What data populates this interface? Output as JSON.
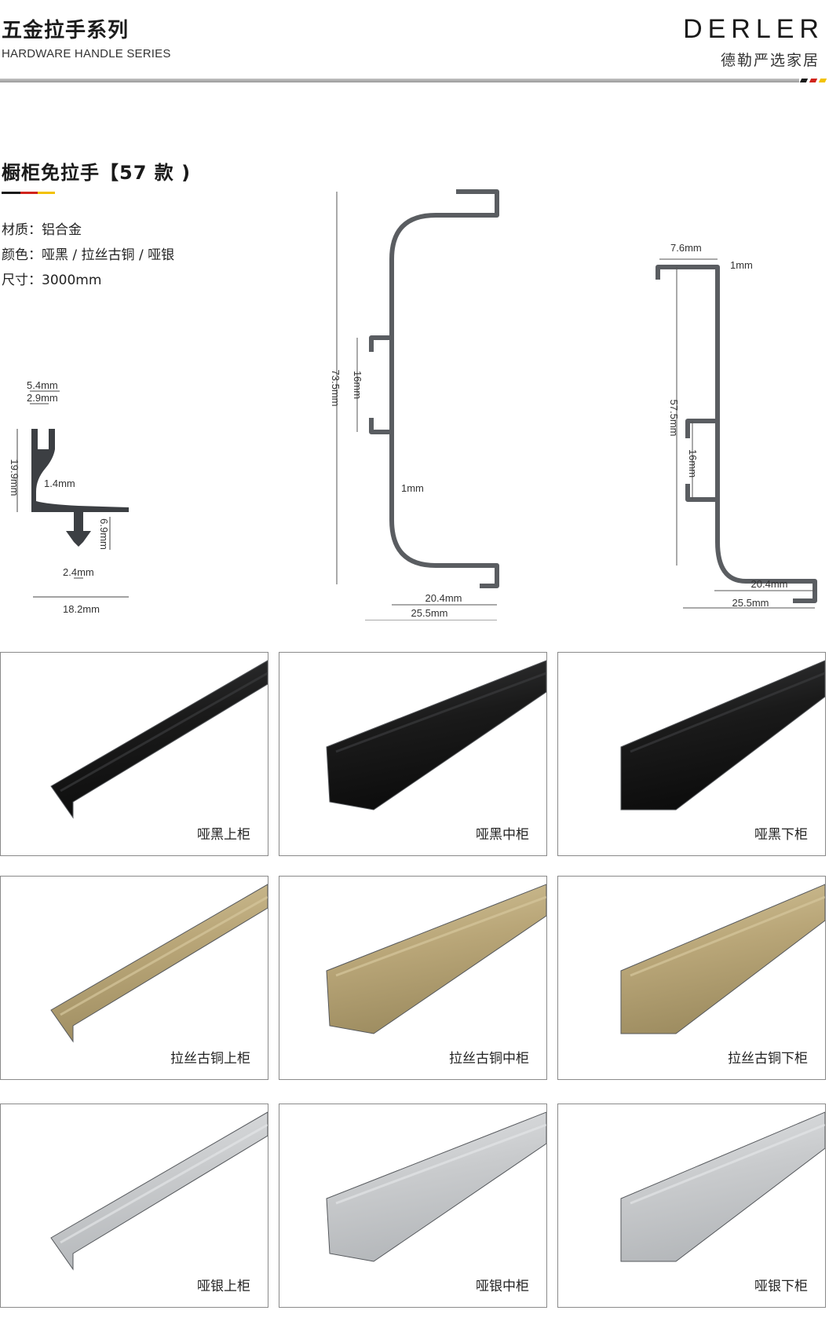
{
  "header": {
    "title": "五金拉手系列",
    "subtitle": "HARDWARE HANDLE SERIES",
    "brand": "DERLER",
    "brand_cn": "德勒严选家居"
  },
  "section": {
    "title": "橱柜免拉手【57 款 )",
    "specs": [
      "材质：铝合金",
      "颜色：哑黑 / 拉丝古铜 / 哑银",
      "尺寸：3000mm"
    ]
  },
  "diagrams": {
    "left": {
      "d1": "5.4mm",
      "d2": "2.9mm",
      "d3": "19.9mm",
      "d4": "1.4mm",
      "d5": "6.9mm",
      "d6": "2.4mm",
      "d7": "18.2mm"
    },
    "middle": {
      "height": "73.5mm",
      "gap": "16mm",
      "thick": "1mm",
      "inner": "20.4mm",
      "outer": "25.5mm"
    },
    "right": {
      "top": "7.6mm",
      "lip": "1mm",
      "height": "57.5mm",
      "gap": "16mm",
      "inner": "20.4mm",
      "outer": "25.5mm"
    }
  },
  "colors": {
    "black": "#1a1a1a",
    "bronze": "#b9a678",
    "silver": "#c9cbcd",
    "outline": "#55585c"
  },
  "products": [
    {
      "label": "哑黑上柜",
      "finish": "black",
      "shape": "upper"
    },
    {
      "label": "哑黑中柜",
      "finish": "black",
      "shape": "middle"
    },
    {
      "label": "哑黑下柜",
      "finish": "black",
      "shape": "lower"
    },
    {
      "label": "拉丝古铜上柜",
      "finish": "bronze",
      "shape": "upper"
    },
    {
      "label": "拉丝古铜中柜",
      "finish": "bronze",
      "shape": "middle"
    },
    {
      "label": "拉丝古铜下柜",
      "finish": "bronze",
      "shape": "lower"
    },
    {
      "label": "哑银上柜",
      "finish": "silver",
      "shape": "upper"
    },
    {
      "label": "哑银中柜",
      "finish": "silver",
      "shape": "middle"
    },
    {
      "label": "哑银下柜",
      "finish": "silver",
      "shape": "lower"
    }
  ]
}
